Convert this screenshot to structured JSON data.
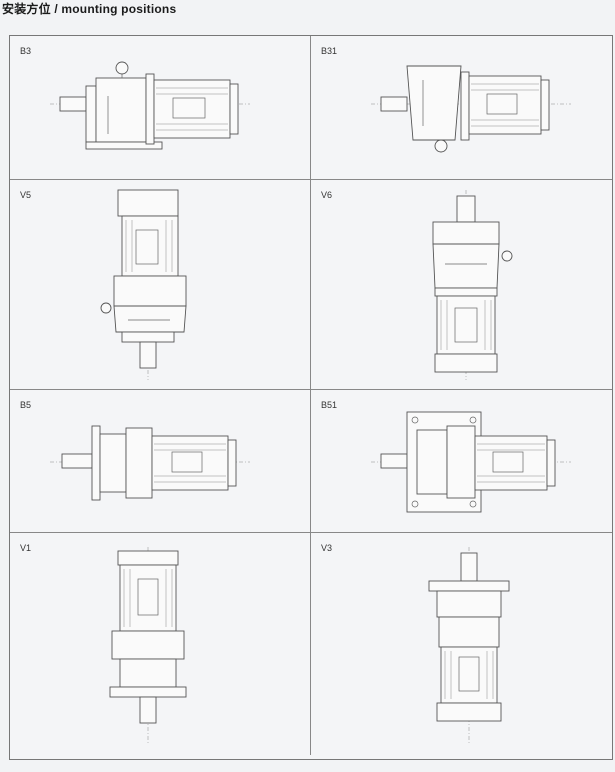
{
  "header": {
    "title": "安装方位 / mounting positions"
  },
  "positions": [
    {
      "label": "B3"
    },
    {
      "label": "B31"
    },
    {
      "label": "V5"
    },
    {
      "label": "V6"
    },
    {
      "label": "B5"
    },
    {
      "label": "B51"
    },
    {
      "label": "V1"
    },
    {
      "label": "V3"
    }
  ]
}
